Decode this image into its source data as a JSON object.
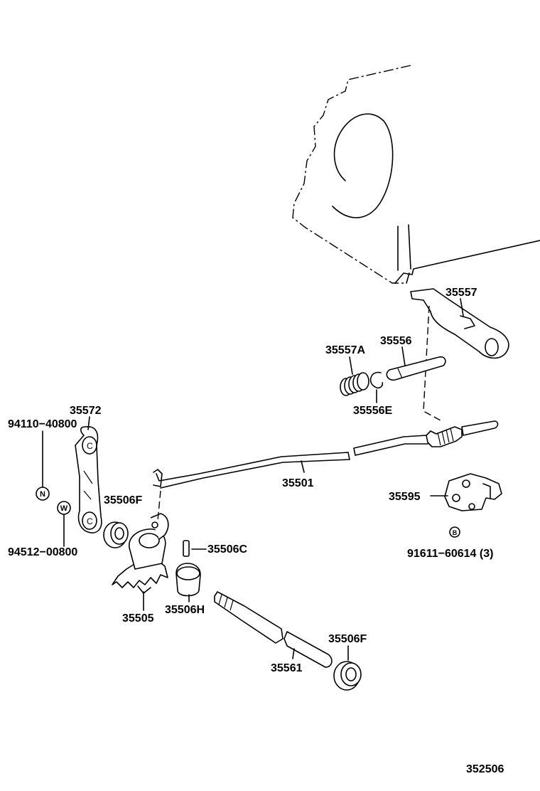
{
  "diagram": {
    "labels": {
      "p35557": "35557",
      "p35557A": "35557A",
      "p35556": "35556",
      "p35556E": "35556E",
      "p35572": "35572",
      "p94110": "94110−40800",
      "p94512": "94512−00800",
      "p35506F_a": "35506F",
      "p35501": "35501",
      "p35595": "35595",
      "p91611": "91611−60614 (3)",
      "p35506C": "35506C",
      "p35506H": "35506H",
      "p35505": "35505",
      "p35506F_b": "35506F",
      "p35561": "35561",
      "figure_code": "352506"
    },
    "symbols": {
      "n_mark": "N",
      "w_mark": "W",
      "b_mark": "B"
    }
  }
}
